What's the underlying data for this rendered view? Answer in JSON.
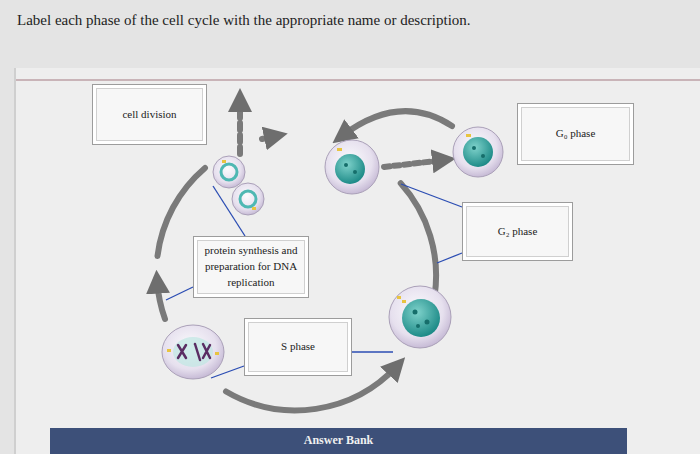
{
  "diagram": {
    "title": "Label each phase of the cell cycle with the appropriate name or description.",
    "nodes": [
      {
        "text": [
          "cell division"
        ]
      },
      {
        "text": [
          "G₀ phase"
        ]
      },
      {
        "text": [
          "G₂ phase"
        ]
      },
      {
        "text": [
          "protein synthesis and preparation for DNA replication"
        ]
      },
      {
        "text": [
          "S phase"
        ]
      },
      {
        "text": [
          "Answer Bank"
        ]
      }
    ]
  }
}
